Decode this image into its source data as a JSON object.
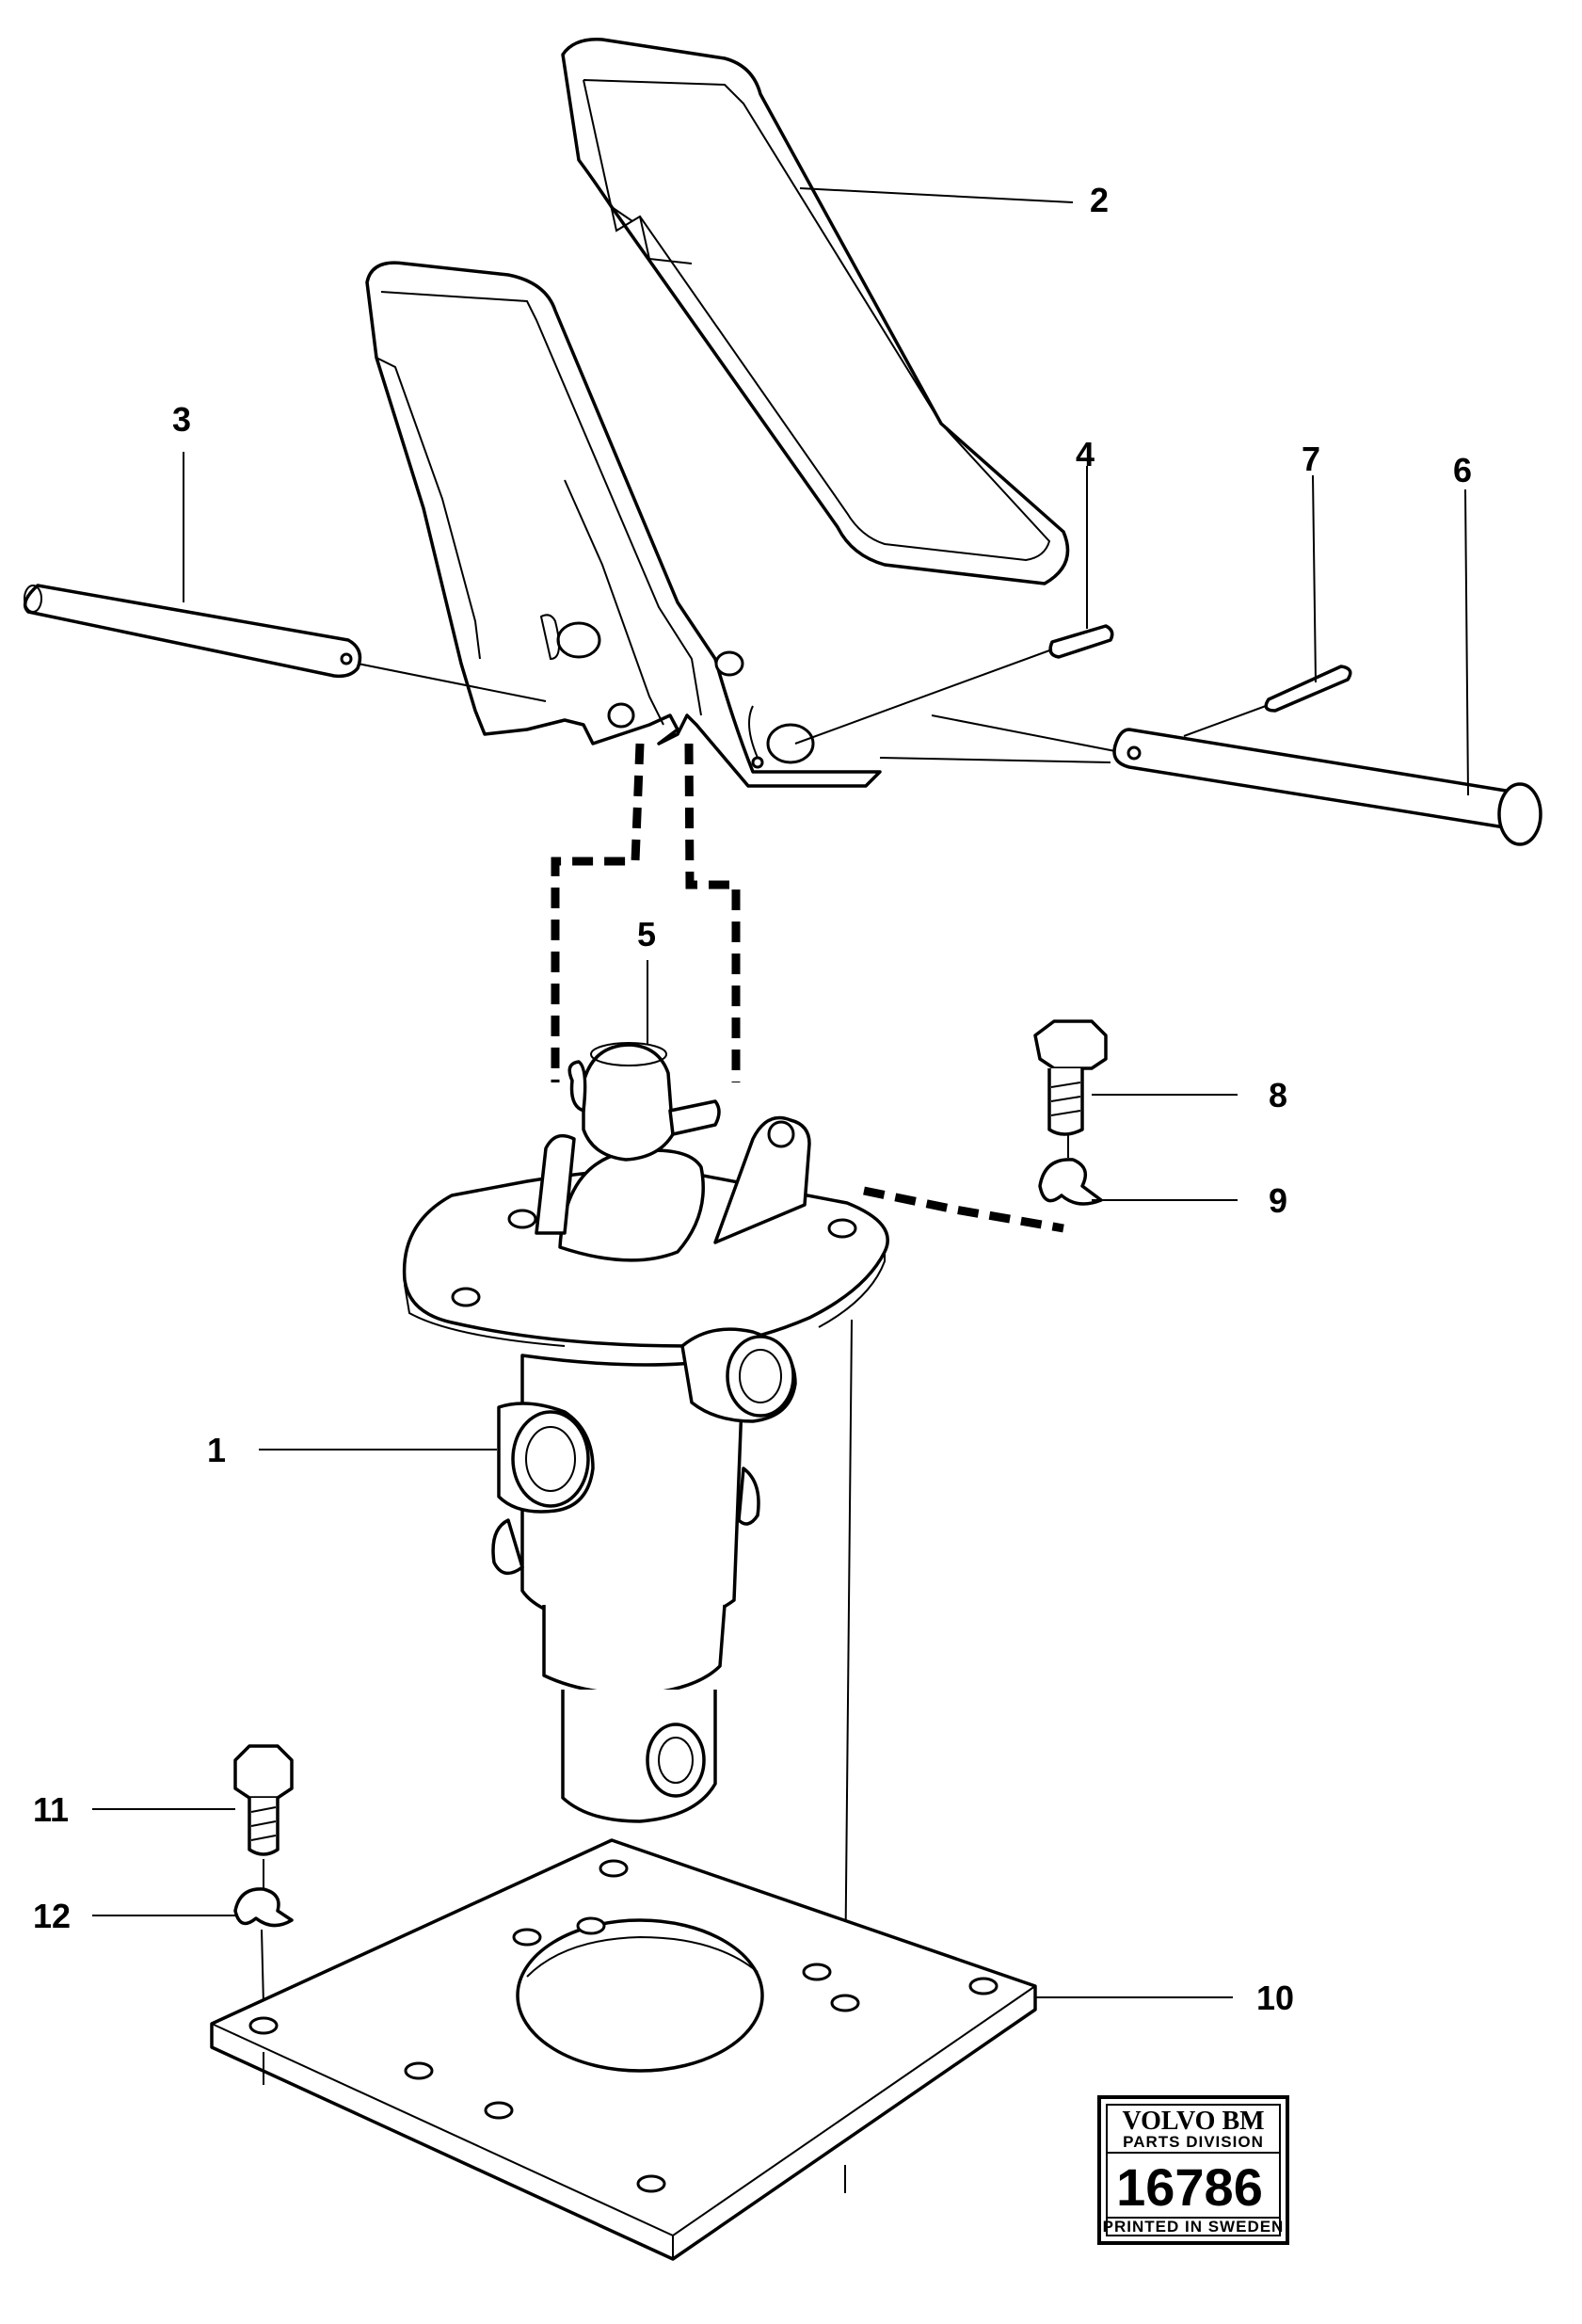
{
  "diagram": {
    "callouts": {
      "c1": "1",
      "c2": "2",
      "c3": "3",
      "c4": "4",
      "c5": "5",
      "c6": "6",
      "c7": "7",
      "c8": "8",
      "c9": "9",
      "c10": "10",
      "c11": "11",
      "c12": "12"
    },
    "stamp": {
      "brand": "VOLVO BM",
      "division": "PARTS DIVISION",
      "number": "16786",
      "footer": "PRINTED IN SWEDEN"
    }
  }
}
